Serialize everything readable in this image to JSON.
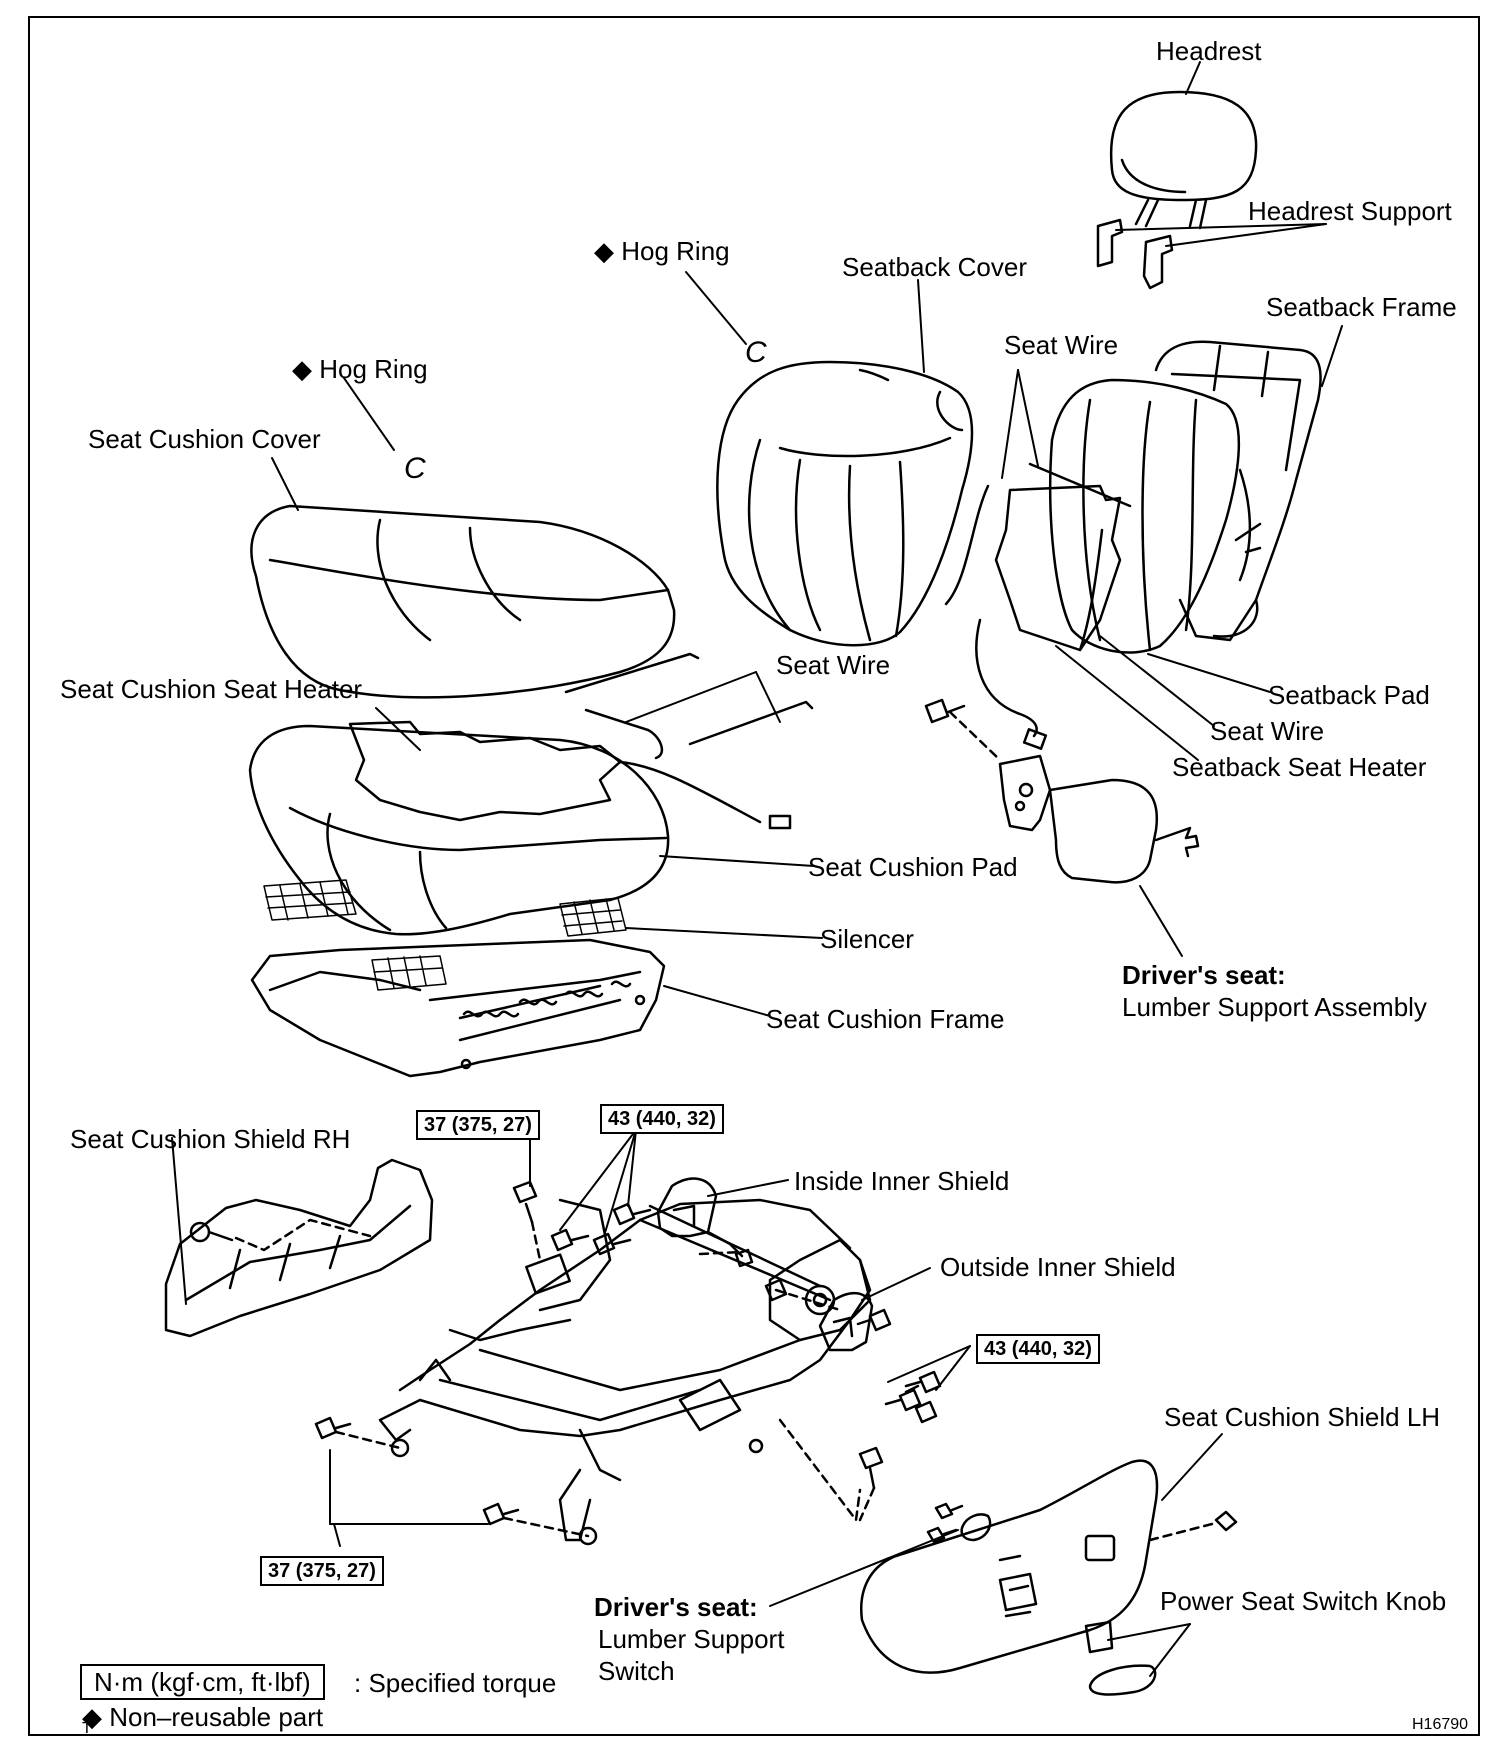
{
  "labels": {
    "headrest": "Headrest",
    "headrest_support": "Headrest Support",
    "hog_ring_top": "◆ Hog Ring",
    "seatback_cover": "Seatback Cover",
    "seatback_frame": "Seatback Frame",
    "seat_wire_top": "Seat Wire",
    "hog_ring_left": "◆ Hog Ring",
    "seat_cushion_cover": "Seat Cushion Cover",
    "seat_wire_mid": "Seat Wire",
    "seat_cushion_seat_heater": "Seat Cushion Seat Heater",
    "seatback_pad": "Seatback Pad",
    "seat_wire_right": "Seat Wire",
    "seatback_seat_heater": "Seatback Seat Heater",
    "seat_cushion_pad": "Seat Cushion Pad",
    "silencer": "Silencer",
    "drivers_seat_1": "Driver's seat:",
    "lumber_support_assembly": "Lumber Support Assembly",
    "seat_cushion_frame": "Seat Cushion Frame",
    "seat_cushion_shield_rh": "Seat Cushion Shield RH",
    "inside_inner_shield": "Inside Inner Shield",
    "outside_inner_shield": "Outside Inner Shield",
    "seat_cushion_shield_lh": "Seat Cushion Shield LH",
    "power_seat_switch_knob": "Power Seat Switch Knob",
    "drivers_seat_2": "Driver's seat:",
    "lumber_support_switch_1": "Lumber Support",
    "lumber_support_switch_2": "Switch"
  },
  "torque": {
    "t1": "37 (375, 27)",
    "t2": "43 (440, 32)",
    "t3": "43 (440, 32)",
    "t4": "37 (375, 27)"
  },
  "hog_ring_glyph": "C",
  "legend": {
    "unit_box": "N·m (kgf·cm, ft·lbf)",
    "unit_desc": ": Specified torque",
    "nonreusable": "◆ Non–reusable part",
    "corner_mark": "T"
  },
  "figure_id": "H16790"
}
